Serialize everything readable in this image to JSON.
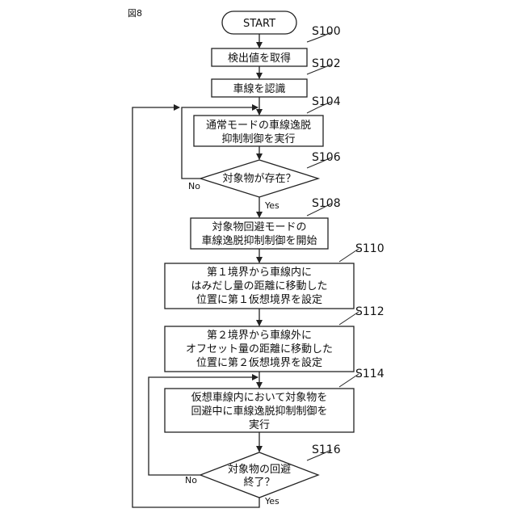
{
  "figure_label": "図8",
  "start": "START",
  "steps": {
    "s100": {
      "label": "S100",
      "lines": [
        "検出値を取得"
      ]
    },
    "s102": {
      "label": "S102",
      "lines": [
        "車線を認識"
      ]
    },
    "s104": {
      "label": "S104",
      "lines": [
        "通常モードの車線逸脱",
        "抑制制御を実行"
      ]
    },
    "s106": {
      "label": "S106",
      "lines": [
        "対象物が存在？"
      ]
    },
    "s108": {
      "label": "S108",
      "lines": [
        "対象物回避モードの",
        "車線逸脱抑制制御を開始"
      ]
    },
    "s110": {
      "label": "S110",
      "lines": [
        "第１境界から車線内に",
        "はみだし量の距離に移動した",
        "位置に第１仮想境界を設定"
      ]
    },
    "s112": {
      "label": "S112",
      "lines": [
        "第２境界から車線外に",
        "オフセット量の距離に移動した",
        "位置に第２仮想境界を設定"
      ]
    },
    "s114": {
      "label": "S114",
      "lines": [
        "仮想車線内において対象物を",
        "回避中に車線逸脱抑制制御を",
        "実行"
      ]
    },
    "s116": {
      "label": "S116",
      "lines": [
        "対象物の回避",
        "終了？"
      ]
    }
  },
  "branches": {
    "s106_no": "No",
    "s106_yes": "Yes",
    "s116_no": "No",
    "s116_yes": "Yes"
  },
  "colors": {
    "line": "#222222",
    "text": "#111111"
  }
}
